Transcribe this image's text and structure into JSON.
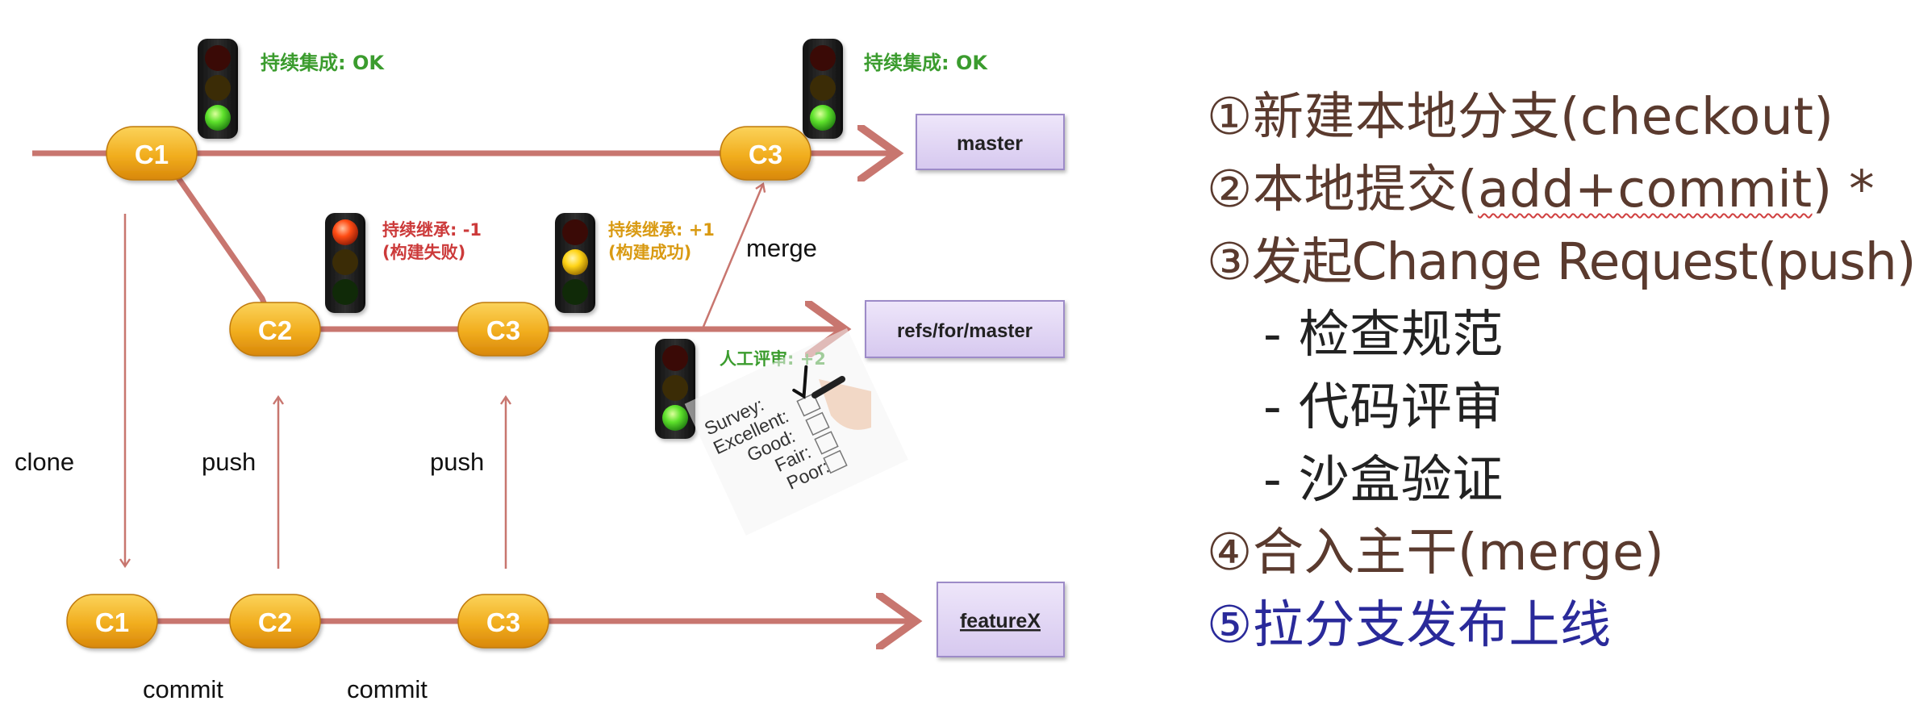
{
  "colors": {
    "line": "#c8766f",
    "node_top": "#f7c23a",
    "node_bottom": "#d9890a",
    "box_fill": "#ddd0f2",
    "box_border": "#9d8bc8",
    "ci_ok": "#3b9c2e",
    "ci_fail": "#cc3a3a",
    "ci_pass": "#d99a12",
    "step_text": "#5a3a2e",
    "step_last": "#2a2a9a"
  },
  "branches": {
    "master": "master",
    "refs": "refs/for/master",
    "feature": "featureX"
  },
  "nodes": {
    "master_c1": "C1",
    "master_c3": "C3",
    "refs_c2": "C2",
    "refs_c3": "C3",
    "feature_c1": "C1",
    "feature_c2": "C2",
    "feature_c3": "C3"
  },
  "edges": {
    "clone": "clone",
    "push_1": "push",
    "push_2": "push",
    "commit_1": "commit",
    "commit_2": "commit",
    "merge": "merge"
  },
  "ci": {
    "ok_1": "持续集成: OK",
    "ok_2": "持续集成: OK",
    "fail_line1": "持续继承: -1",
    "fail_line2": "(构建失败)",
    "pass_line1": "持续继承: +1",
    "pass_line2": "(构建成功)",
    "review": "人工评审: +2"
  },
  "survey": {
    "title": "Survey:",
    "options": [
      "Excellent:",
      "Good:",
      "Fair:",
      "Poor:"
    ]
  },
  "steps": {
    "s1": "①新建本地分支(checkout)",
    "s2_a": "②本地提交(",
    "s2_b": "add+commit",
    "s2_c": ") *",
    "s3": "③发起Change Request(push)",
    "s3_1": "- 检查规范",
    "s3_2": "- 代码评审",
    "s3_3": "- 沙盒验证",
    "s4": "④合入主干(merge)",
    "s5": "⑤拉分支发布上线"
  }
}
